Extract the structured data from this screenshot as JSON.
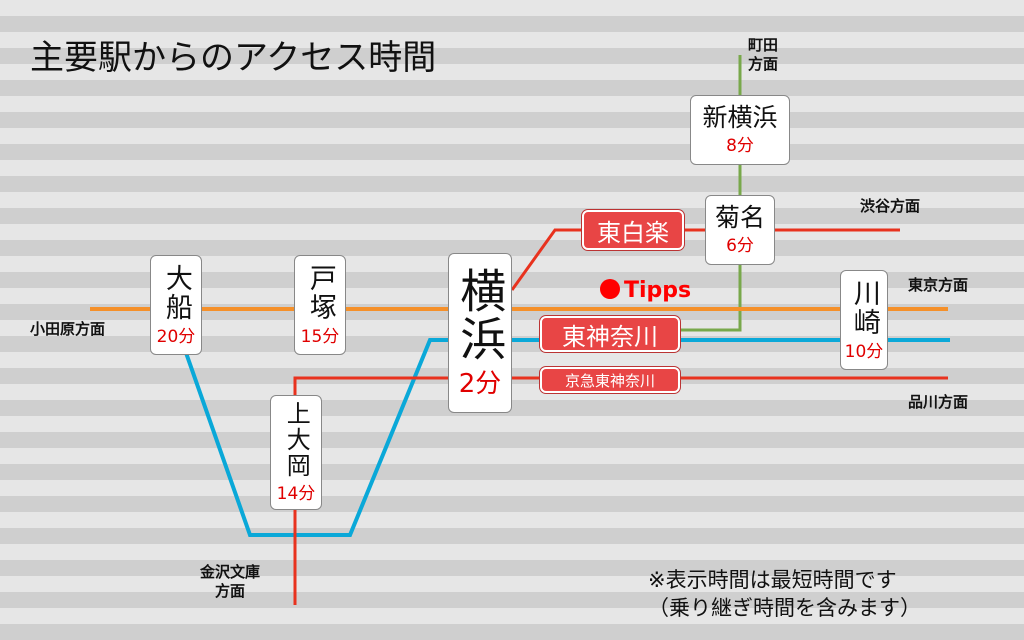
{
  "title": "主要駅からのアクセス時間",
  "directions": {
    "machida_1": "町田",
    "machida_2": "方面",
    "shibuya": "渋谷方面",
    "tokyo": "東京方面",
    "odawara": "小田原方面",
    "shinagawa": "品川方面",
    "kanazawa_bunko_1": "金沢文庫",
    "kanazawa_bunko_2": "方面"
  },
  "stations": {
    "shin_yokohama": {
      "name": "新横浜",
      "time": "8分"
    },
    "kikuna": {
      "name": "菊名",
      "time": "6分"
    },
    "ofuna": {
      "name": "大船",
      "time": "20分"
    },
    "totsuka": {
      "name": "戸塚",
      "time": "15分"
    },
    "yokohama": {
      "name": "横浜",
      "time": "2分"
    },
    "kawasaki": {
      "name": "川崎",
      "time": "10分"
    },
    "kamiooka": {
      "name": "上大岡",
      "time": "14分"
    }
  },
  "red_labels": {
    "higashi_hakuraku": "東白楽",
    "higashi_kanagawa": "東神奈川",
    "keikyu_higashi_kanagawa": "京急東神奈川"
  },
  "tipps": "Tipps",
  "note": {
    "line1": "※表示時間は最短時間です",
    "line2": "（乗り継ぎ時間を含みます）"
  },
  "colors": {
    "tokaido_orange": "#f5902a",
    "keikyu_red": "#e8321e",
    "yokohama_line_green": "#78a84b",
    "blue_line": "#0aa8d8",
    "time_red": "#e00000",
    "label_red": "#e84545"
  }
}
